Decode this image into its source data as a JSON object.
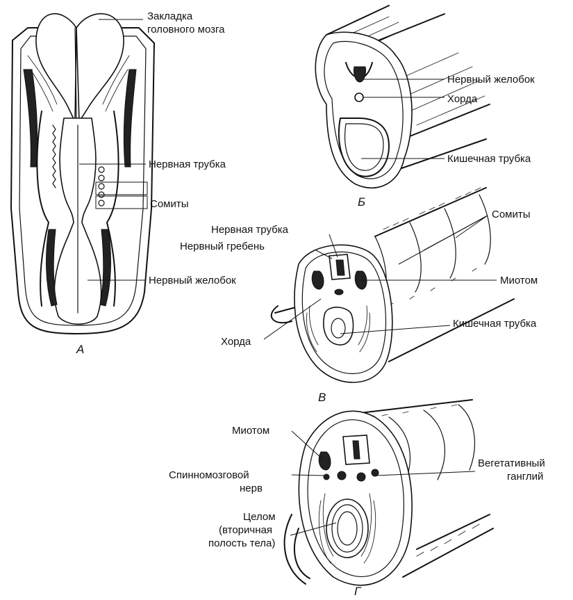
{
  "panels": {
    "a": {
      "letter": "А",
      "labels": {
        "brain_rudiment": [
          "Закладка",
          "головного мозга"
        ],
        "neural_tube": "Нервная трубка",
        "somites": "Сомиты",
        "neural_groove": "Нервный желобок"
      }
    },
    "b": {
      "letter": "Б",
      "labels": {
        "neural_groove": "Нервный желобок",
        "chord": "Хорда",
        "gut_tube": "Кишечная трубка"
      }
    },
    "v": {
      "letter": "В",
      "labels": {
        "somites": "Сомиты",
        "neural_tube": "Нервная трубка",
        "neural_crest": "Нервный гребень",
        "myotome": "Миотом",
        "gut_tube": "Кишечная трубка",
        "chord": "Хорда"
      }
    },
    "g": {
      "letter": "Г",
      "labels": {
        "myotome": "Миотом",
        "spinal_nerve": [
          "Спинномозговой",
          "нерв"
        ],
        "vegetative_ganglion": [
          "Вегетативный",
          "ганглий"
        ],
        "coelom": [
          "Целом",
          "(вторичная",
          "полость тела)"
        ]
      }
    }
  }
}
